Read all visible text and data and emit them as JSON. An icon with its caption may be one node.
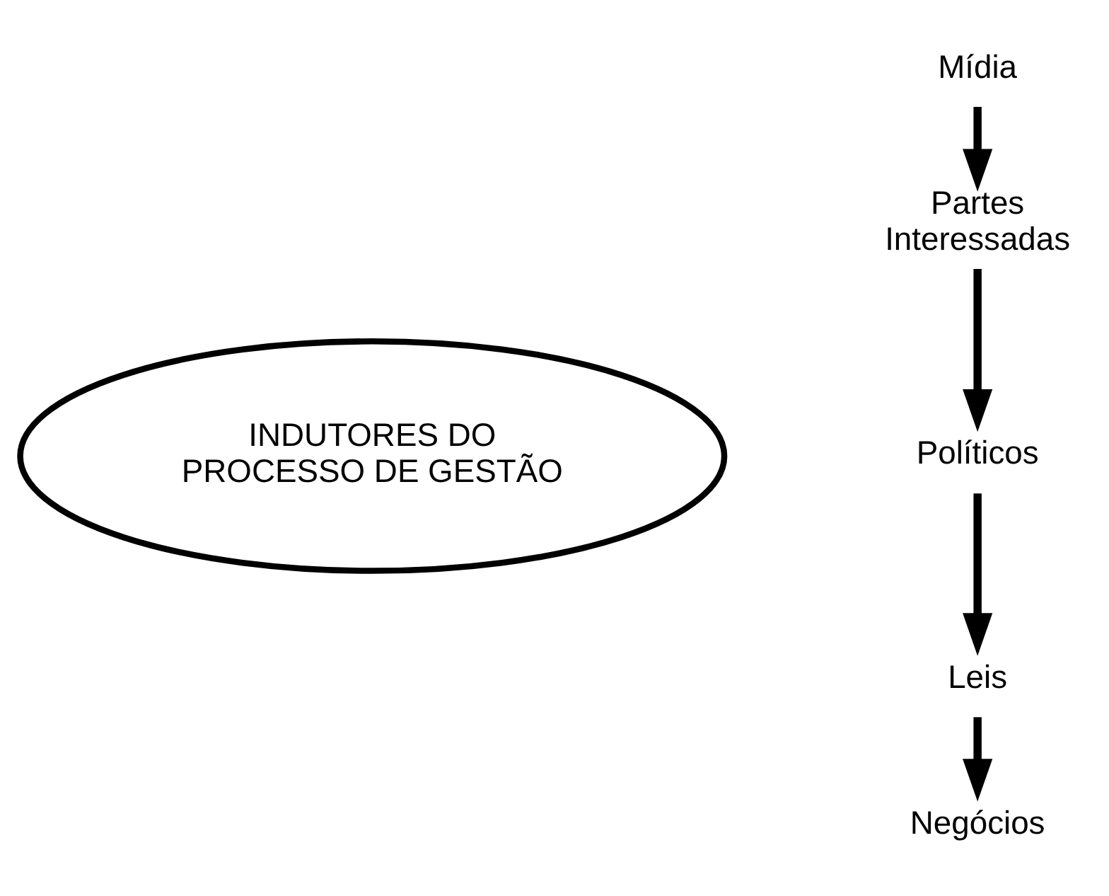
{
  "diagram": {
    "nodes": [
      {
        "text": [
          "INDUTORES DO PROCESSO DE GESTÃO"
        ]
      },
      {
        "text": [
          "Mídia"
        ]
      },
      {
        "text": [
          "Partes Interessadas"
        ]
      },
      {
        "text": [
          "Políticos"
        ]
      },
      {
        "text": [
          "Leis"
        ]
      },
      {
        "text": [
          "Negócios"
        ]
      }
    ],
    "edges": [
      {
        "from": 1,
        "to": 2,
        "arrow": "to"
      },
      {
        "from": 2,
        "to": 3,
        "arrow": "to"
      },
      {
        "from": 3,
        "to": 4,
        "arrow": "to"
      },
      {
        "from": 4,
        "to": 5,
        "arrow": "to"
      }
    ]
  }
}
